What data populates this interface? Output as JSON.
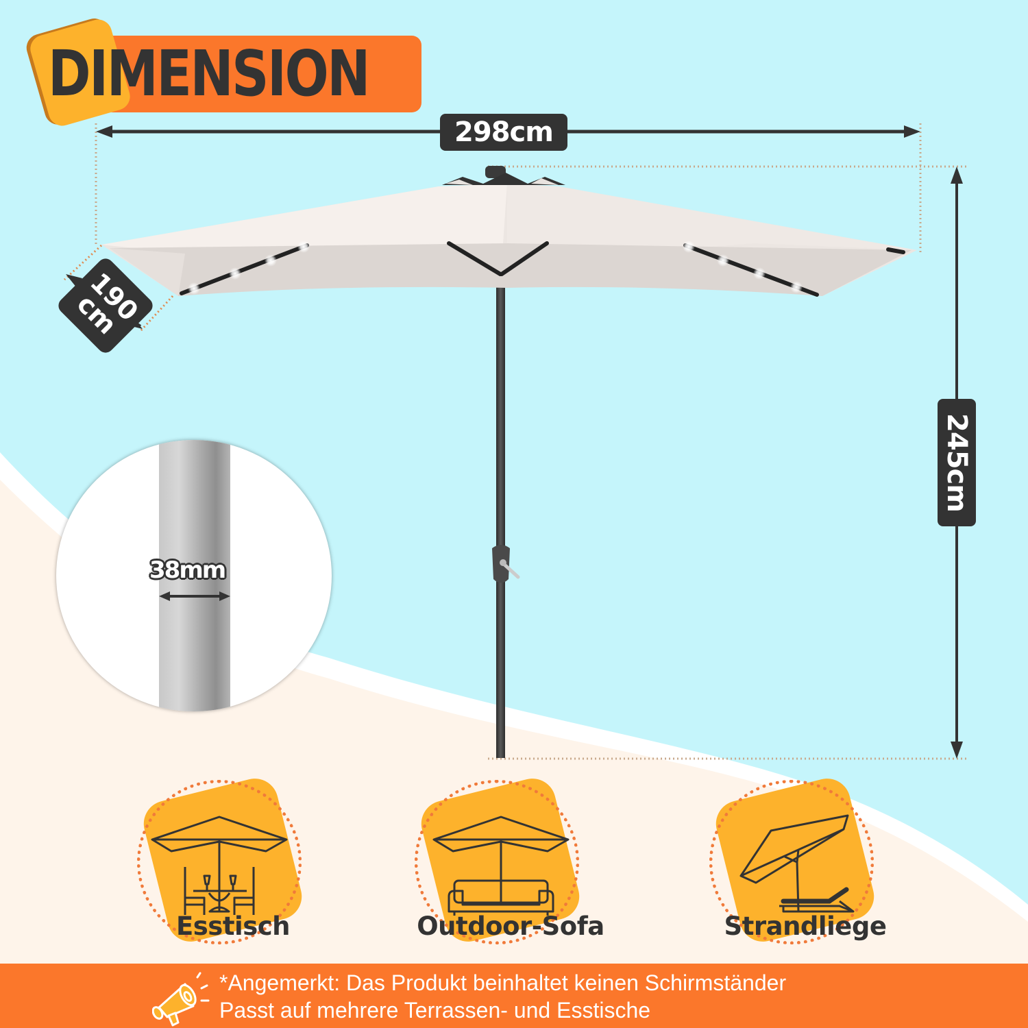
{
  "title": "DIMENSION",
  "dimensions": {
    "width": "298cm",
    "depth_value": "190",
    "depth_unit": "cm",
    "height": "245cm",
    "pole_diameter": "38mm"
  },
  "features": [
    {
      "label": "Esstisch",
      "icon": "umbrella-dining-table-icon"
    },
    {
      "label": "Outdoor-Sofa",
      "icon": "umbrella-sofa-icon"
    },
    {
      "label": "Strandliege",
      "icon": "umbrella-sun-lounger-icon"
    }
  ],
  "banner": {
    "icon": "megaphone-icon",
    "line1": "*Angemerkt: Das Produkt beinhaltet keinen Schirmständer",
    "line2": "Passt auf mehrere Terrassen- und Esstische"
  },
  "colors": {
    "sky": "#c5f5fb",
    "sand": "#fef4ea",
    "orange": "#fb772b",
    "yellow": "#fdb22c",
    "dark": "#333333",
    "canopy": "#ece8e4"
  }
}
